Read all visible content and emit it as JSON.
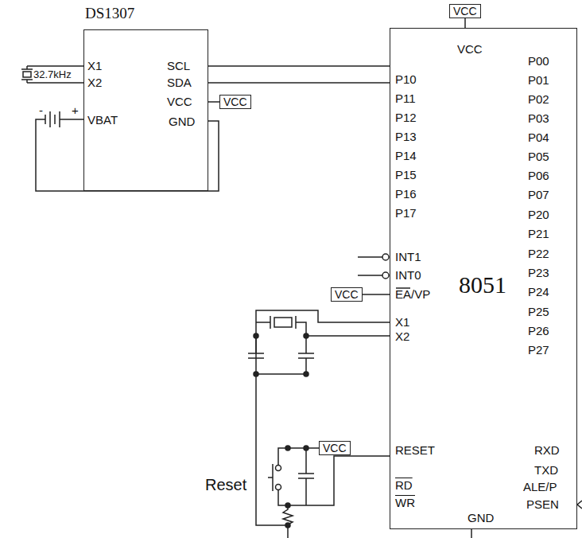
{
  "diagram": {
    "nodes": [
      {
        "text": [
          "DS1307"
        ]
      },
      {
        "text": [
          "VCC"
        ]
      },
      {
        "text": [
          "VCC"
        ]
      },
      {
        "text": [
          "8051"
        ]
      },
      {
        "text": [
          "VCC"
        ]
      },
      {
        "text": [
          "VCC"
        ]
      }
    ],
    "edges": [
      {
        "from": 0,
        "to": 3,
        "arrow": "none"
      },
      {
        "from": 0,
        "to": 3,
        "arrow": "none"
      },
      {
        "from": 0,
        "to": 1,
        "arrow": "none"
      },
      {
        "from": 2,
        "to": 3,
        "arrow": "none"
      },
      {
        "from": 4,
        "to": 3,
        "arrow": "none"
      }
    ],
    "labels": [
      "32.7kHz",
      "-",
      "+",
      "X1",
      "X2",
      "VBAT",
      "SCL",
      "SDA",
      "VCC",
      "GND",
      "VCC",
      "P10",
      "P11",
      "P12",
      "P13",
      "P14",
      "P15",
      "P16",
      "P17",
      "INT1",
      "INT0",
      "EA/VP",
      "X1",
      "X2",
      "RESET",
      "RD",
      "WR",
      "GND",
      "P00",
      "P01",
      "P02",
      "P03",
      "P04",
      "P05",
      "P06",
      "P07",
      "P20",
      "P21",
      "P22",
      "P23",
      "P24",
      "P25",
      "P26",
      "P27",
      "RXD",
      "TXD",
      "ALE/P",
      "PSEN",
      "Reset"
    ]
  }
}
